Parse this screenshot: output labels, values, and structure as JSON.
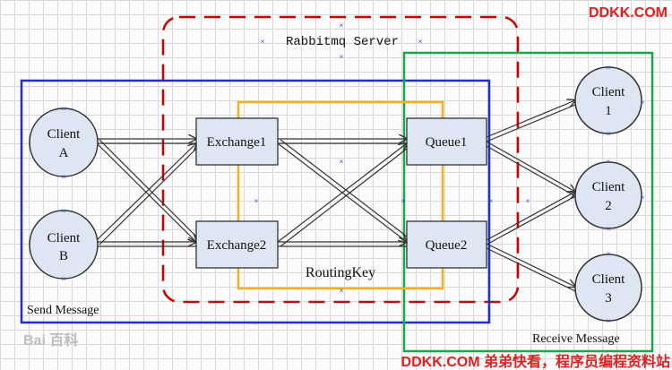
{
  "server_label": "Rabbitmq Server",
  "send_label": "Send Message",
  "receive_label": "Receive Message",
  "routing_label": "RoutingKey",
  "producers": [
    {
      "line1": "Client",
      "line2": "A"
    },
    {
      "line1": "Client",
      "line2": "B"
    }
  ],
  "exchanges": [
    "Exchange1",
    "Exchange2"
  ],
  "queues": [
    "Queue1",
    "Queue2"
  ],
  "consumers": [
    {
      "line1": "Client",
      "line2": "1"
    },
    {
      "line1": "Client",
      "line2": "2"
    },
    {
      "line1": "Client",
      "line2": "3"
    }
  ],
  "watermark_top": "DDKK.COM",
  "watermark_bottom": "DDKK.COM 弟弟快看，程序员编程资料站",
  "baidu_watermark": "Bai 百科",
  "colors": {
    "server_border": "#cc0000",
    "send_border": "#1f2fd0",
    "receive_border": "#1aa64a",
    "routing_border": "#f2b21a",
    "node_fill": "#dde6f2",
    "watermark": "#e02020"
  }
}
